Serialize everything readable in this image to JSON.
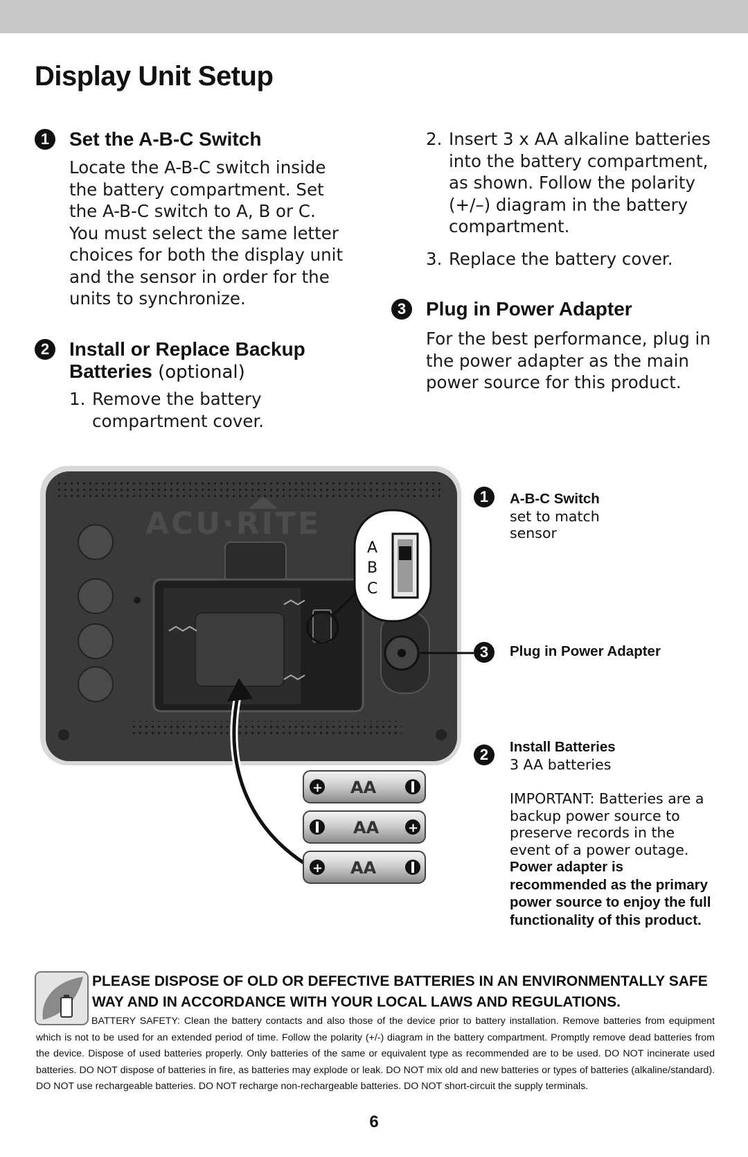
{
  "page": {
    "title": "Display Unit Setup",
    "page_number": "6"
  },
  "section1": {
    "number": "1",
    "heading": "Set the A-B-C Switch",
    "body": "Locate the A-B-C switch inside the battery compartment. Set the A-B-C switch to A, B or C. You must select the same letter choices for both the display unit and the sensor in order for the units to synchronize."
  },
  "section2": {
    "number": "2",
    "heading_bold_1": "Install or Replace Backup",
    "heading_bold_2": "Batteries",
    "heading_normal": " (optional)",
    "steps": [
      {
        "n": "1.",
        "text": "Remove the battery compartment cover."
      },
      {
        "n": "2.",
        "text": "Insert 3 x AA alkaline batteries into the battery compartment, as shown. Follow the polarity (+/–) diagram in the battery compartment."
      },
      {
        "n": "3.",
        "text": "Replace the battery cover."
      }
    ]
  },
  "section3": {
    "number": "3",
    "heading": "Plug in Power Adapter",
    "body": "For the best performance, plug in the power adapter as the main power source for this product."
  },
  "diagram": {
    "brand": "ACU·RITE",
    "switch_letters": [
      "A",
      "B",
      "C"
    ],
    "battery_label": "AA",
    "callouts": {
      "c1": {
        "number": "1",
        "title": "A-B-C Switch",
        "text": "set to match sensor"
      },
      "c3": {
        "number": "3",
        "title": "Plug in Power Adapter"
      },
      "c2": {
        "number": "2",
        "title": "Install Batteries",
        "text": "3 AA batteries",
        "important": "IMPORTANT: Batteries are a backup power source to preserve records in the event of a power outage.",
        "important_bold": "Power adapter is recommended as the primary power source to enjoy the full functionality of this product."
      }
    }
  },
  "disposal": {
    "heading": "PLEASE DISPOSE OF OLD OR DEFECTIVE BATTERIES IN AN ENVIRONMENTALLY SAFE WAY AND IN ACCORDANCE WITH YOUR LOCAL LAWS AND REGULATIONS.",
    "safety": "BATTERY SAFETY: Clean the battery contacts and also those of the device prior to battery installation. Remove batteries from equipment which is not to be used for an extended period of time. Follow the polarity (+/-) diagram in the battery compartment. Promptly remove dead batteries from the device. Dispose of used batteries properly. Only batteries of the same or equivalent type as recommended are to be used. DO NOT incinerate used batteries. DO NOT dispose of batteries in fire, as batteries may explode or leak. DO NOT mix old and new batteries or types of batteries (alkaline/standard). DO NOT use rechargeable batteries. DO NOT recharge non-rechargeable batteries. DO NOT short-circuit the supply terminals."
  }
}
